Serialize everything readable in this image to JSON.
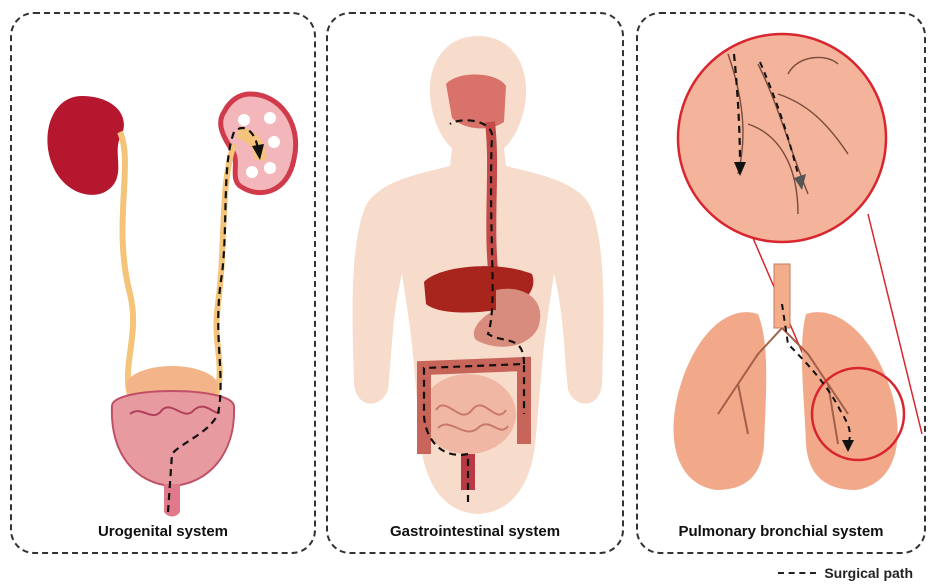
{
  "panels": [
    {
      "caption": "Urogenital system"
    },
    {
      "caption": "Gastrointestinal system"
    },
    {
      "caption": "Pulmonary bronchial system"
    }
  ],
  "legend": {
    "label": "Surgical path"
  },
  "colors": {
    "border": "#333333",
    "path": "#111111",
    "kidney": "#b5172e",
    "ureter": "#f4c47a",
    "bladder": "#e79ba0",
    "body": "#f8dccb",
    "lung": "#f2a98a",
    "zoom": "#d9252e"
  }
}
